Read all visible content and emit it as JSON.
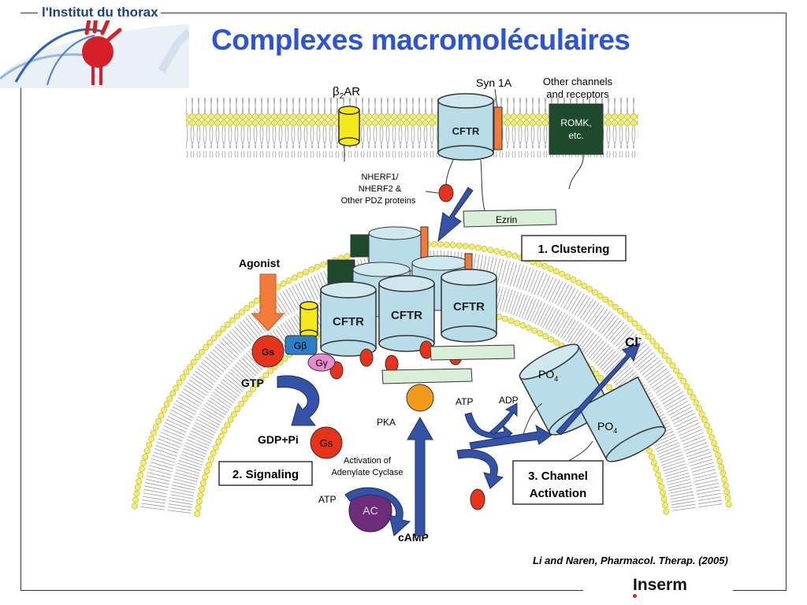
{
  "header": {
    "title": "Complexes macromoléculaires",
    "logo_text": "l'Institut du thorax"
  },
  "footer": {
    "citation": "Li and Naren, Pharmacol. Therap.  (2005)",
    "brand": "Inserm"
  },
  "colors": {
    "title": "#2b55d6",
    "membrane_head": "#f2ee6a",
    "cftr_fill": "#b9dde8",
    "arrow_blue": "#3553a6",
    "node_red": "#e8331b",
    "pka_orange": "#f39a1b",
    "ac_purple": "#6e2c7a",
    "romk_green": "#1d4a2c",
    "syn_orange": "#f07b3a",
    "ezrin_green": "#d9efd8"
  },
  "diagram": {
    "labels": {
      "b2ar_beta": "β",
      "b2ar_sub": "2",
      "b2ar_ar": "AR",
      "syn1a": "Syn 1A",
      "other1": "Other channels",
      "other2": "and receptors",
      "romk1": "ROMK,",
      "romk2": "etc.",
      "cftr": "CFTR",
      "nherf1": "NHERF1/",
      "nherf2": "NHERF2 &",
      "nherf3": "Other PDZ proteins",
      "ezrin": "Ezrin",
      "clustering": "1. Clustering",
      "agonist": "Agonist",
      "gs": "Gs",
      "gb_g": "G",
      "gb_b": "β",
      "gg_g": "G",
      "gg_y": "γ",
      "gtp": "GTP",
      "gdp": "GDP+Pi",
      "signaling": "2. Signaling",
      "ac_act1": "Activation of",
      "ac_act2": "Adenylate Cyclase",
      "atp": "ATP",
      "ac": "AC",
      "camp": "cAMP",
      "pka": "PKA",
      "adp": "ADP",
      "cl": "Cl",
      "cl_sup": "-",
      "po4": "PO",
      "po4_sub": "4",
      "chan1": "3. Channel",
      "chan2": "Activation"
    }
  }
}
